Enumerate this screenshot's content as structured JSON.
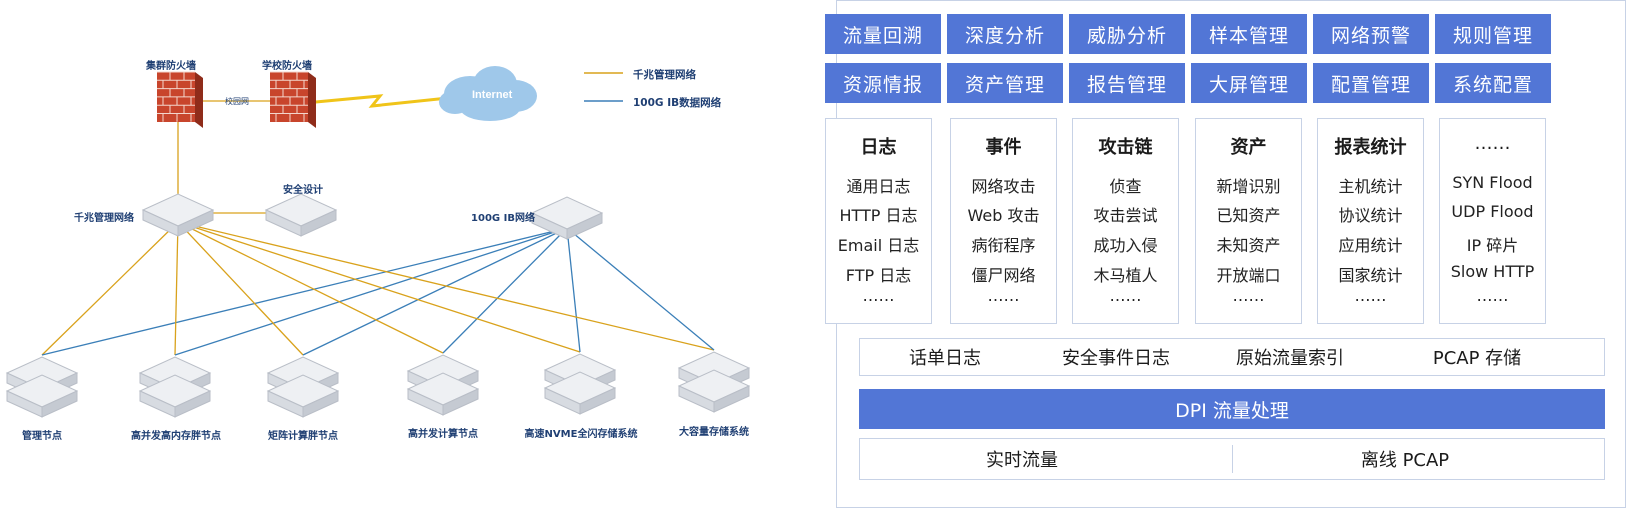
{
  "network": {
    "legend": {
      "gigabit": "千兆管理网络",
      "ib": "100G IB数据网络"
    },
    "colors": {
      "gigabit": "#d9a21c",
      "ib": "#3b7fb8",
      "cloud": "#9fc8ea",
      "firewall_brick": "#c8452c"
    },
    "firewalls": [
      {
        "name": "集群防火墙"
      },
      {
        "name": "学校防火墙"
      }
    ],
    "campus_link_label": "校园网",
    "internet_label": "Internet",
    "switches": {
      "gigabit_switch": "千兆管理网络",
      "audit": "安全设计",
      "ib_switch": "100G IB网络"
    },
    "nodes": [
      {
        "name": "管理节点"
      },
      {
        "name": "高并发高内存胖节点"
      },
      {
        "name": "矩阵计算胖节点"
      },
      {
        "name": "高并发计算节点"
      },
      {
        "name": "高速NVME全闪存储系统"
      },
      {
        "name": "大容量存储系统"
      }
    ]
  },
  "arch": {
    "accent": "#5276d6",
    "menu_row1": [
      "流量回溯",
      "深度分析",
      "威胁分析",
      "样本管理",
      "网络预警",
      "规则管理"
    ],
    "menu_row2": [
      "资源情报",
      "资产管理",
      "报告管理",
      "大屏管理",
      "配置管理",
      "系统配置"
    ],
    "columns": [
      {
        "title": "日志",
        "items": [
          "通用日志",
          "HTTP 日志",
          "Email 日志",
          "FTP 日志",
          "……"
        ]
      },
      {
        "title": "事件",
        "items": [
          "网络攻击",
          "Web 攻击",
          "病衔程序",
          "僵尸网络",
          "……"
        ]
      },
      {
        "title": "攻击链",
        "items": [
          "侦查",
          "攻击尝试",
          "成功入侵",
          "木马植人",
          "……"
        ]
      },
      {
        "title": "资产",
        "items": [
          "新增识别",
          "已知资产",
          "未知资产",
          "开放端口",
          "……"
        ]
      },
      {
        "title": "报表统计",
        "items": [
          "主机统计",
          "协议统计",
          "应用统计",
          "国家统计",
          "……"
        ]
      },
      {
        "title": "……",
        "items": [
          "SYN Flood",
          "UDP Flood",
          "IP 碎片",
          "Slow HTTP",
          "……"
        ]
      }
    ],
    "storage_row": [
      "话单日志",
      "安全事件日志",
      "原始流量索引",
      "PCAP 存储"
    ],
    "dpi": "DPI 流量处理",
    "input_row": [
      "实时流量",
      "离线 PCAP"
    ]
  }
}
